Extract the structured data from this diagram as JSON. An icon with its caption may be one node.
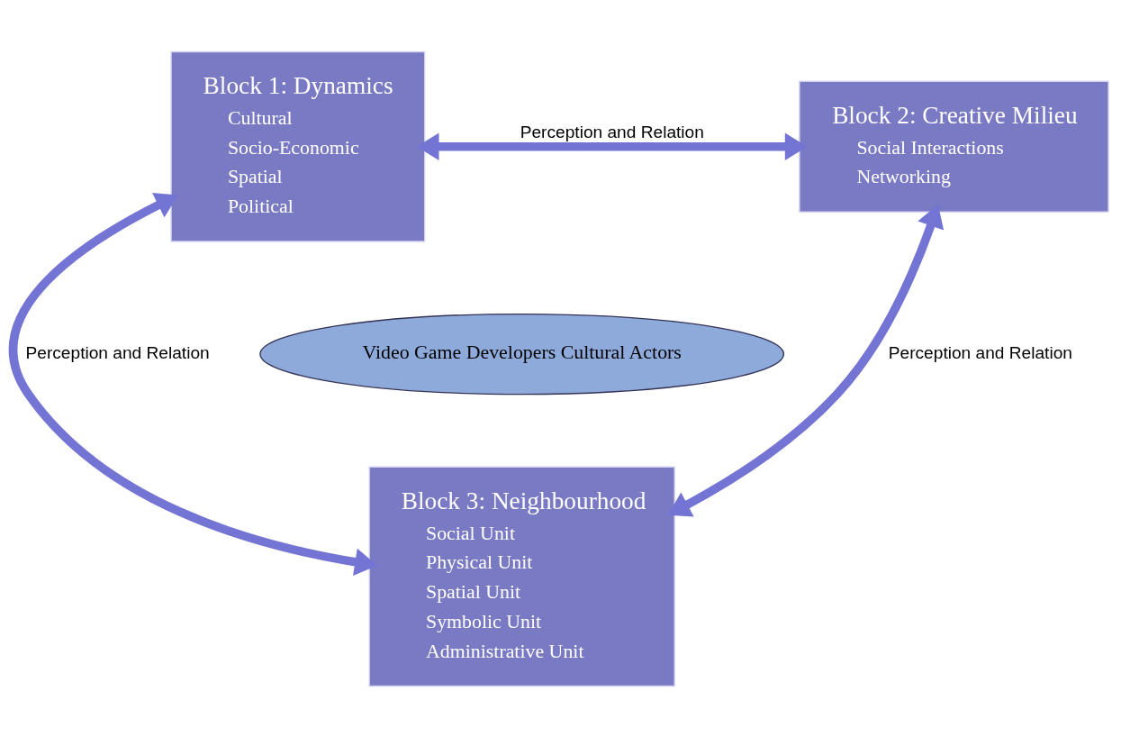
{
  "diagram": {
    "nodes": [
      {
        "text": [
          "Block 1: Dynamics",
          "Cultural",
          "Socio-Economic",
          "Spatial",
          "Political"
        ]
      },
      {
        "text": [
          "Block 2: Creative Milieu",
          "Social Interactions",
          "Networking"
        ]
      },
      {
        "text": [
          "Video Game Developers Cultural Actors"
        ]
      },
      {
        "text": [
          "Block 3: Neighbourhood",
          "Social Unit",
          "Physical Unit",
          "Spatial Unit",
          "Symbolic Unit",
          "Administrative Unit"
        ]
      }
    ],
    "edges": [
      {
        "from": 0,
        "to": 1,
        "arrow": "both",
        "label": "Perception and Relation"
      },
      {
        "from": 0,
        "to": 3,
        "arrow": "both",
        "label": "Perception and Relation"
      },
      {
        "from": 1,
        "to": 3,
        "arrow": "both",
        "label": "Perception and Relation"
      }
    ]
  }
}
